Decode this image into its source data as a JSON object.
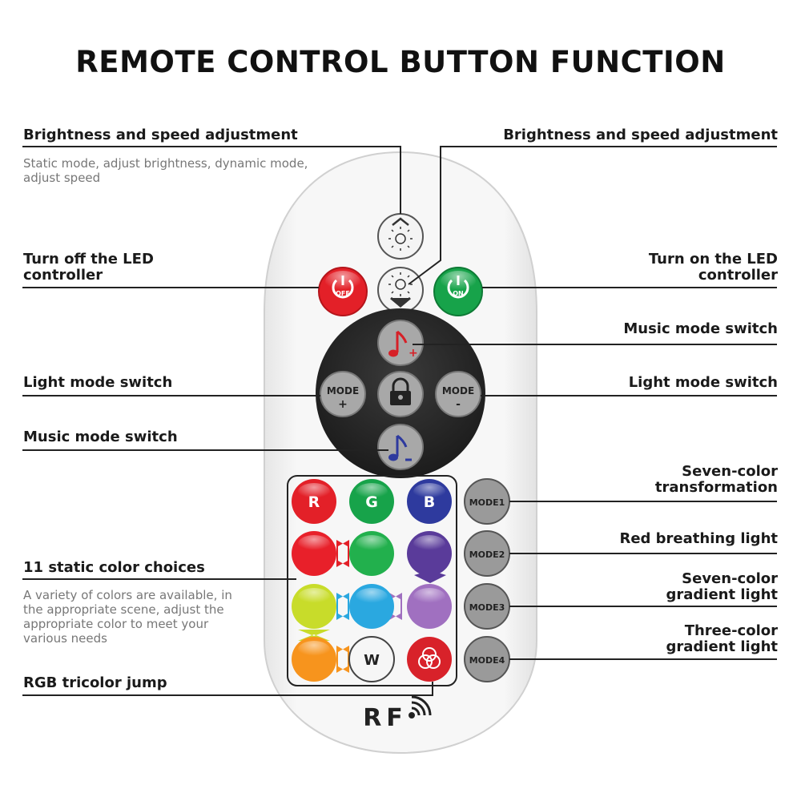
{
  "title": "REMOTE CONTROL BUTTON FUNCTION",
  "labels": {
    "brightness_left": "Brightness and speed adjustment",
    "brightness_left_desc": "Static mode, adjust brightness, dynamic mode, adjust speed",
    "brightness_right": "Brightness and speed adjustment",
    "turn_off": "Turn off the LED controller",
    "turn_on": "Turn on the LED controller",
    "music_right": "Music mode switch",
    "light_left": "Light mode switch",
    "light_right": "Light mode switch",
    "music_left": "Music mode switch",
    "mode1": "Seven-color transformation",
    "mode2": "Red breathing light",
    "static_colors": "11 static color choices",
    "static_colors_desc": "A variety of colors are available, in the appropriate scene, adjust the appropriate color to meet your various needs",
    "mode3": "Seven-color gradient light",
    "mode4": "Three-color gradient light",
    "rgb_jump": "RGB tricolor jump"
  },
  "remote": {
    "off_label": "OFF",
    "on_label": "ON",
    "mode_plus_top": "MODE",
    "mode_plus_sign": "+",
    "mode_minus_top": "MODE",
    "mode_minus_sign": "-",
    "r_label": "R",
    "g_label": "G",
    "b_label": "B",
    "w_label": "W",
    "mode1": "MODE1",
    "mode2": "MODE2",
    "mode3": "MODE3",
    "mode4": "MODE4",
    "rf_label": "RF",
    "icons": [
      "brightness-up-icon",
      "brightness-down-icon",
      "power-icon",
      "music-plus-icon",
      "music-minus-icon",
      "lock-icon",
      "wifi-signal-icon"
    ]
  },
  "colors": {
    "red": "#e32028",
    "green": "#17a34a",
    "blue": "#2e3a9e",
    "orange": "#f7941d",
    "yellow_green": "#c8dc2a",
    "light_blue": "#2aa8e0",
    "purple": "#5a3b9a",
    "lilac": "#a070c0",
    "dark_disc": "#2b2b2b",
    "grey_button": "#9a9a9a"
  }
}
